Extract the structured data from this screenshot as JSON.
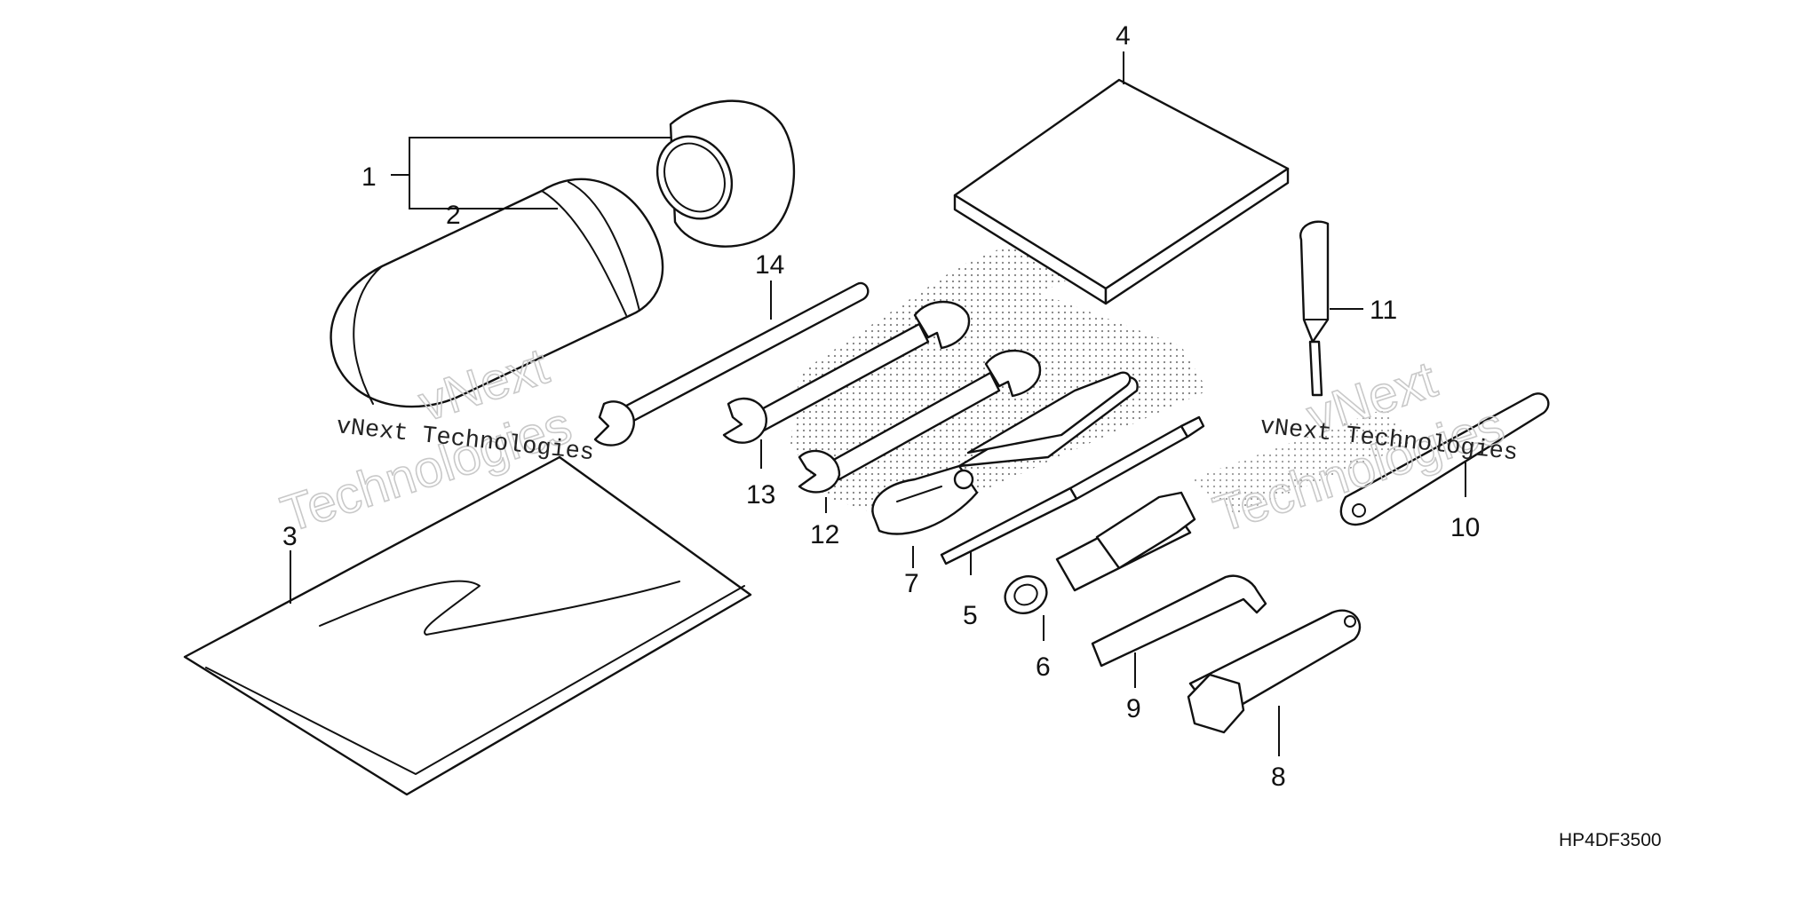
{
  "callouts": [
    "1",
    "2",
    "3",
    "4",
    "5",
    "6",
    "7",
    "8",
    "9",
    "10",
    "11",
    "12",
    "13",
    "14"
  ],
  "diagram_code": "HP4DF3500",
  "watermark": {
    "brand": "vNext",
    "word": "Technologies",
    "full": "vNext Technologies"
  }
}
